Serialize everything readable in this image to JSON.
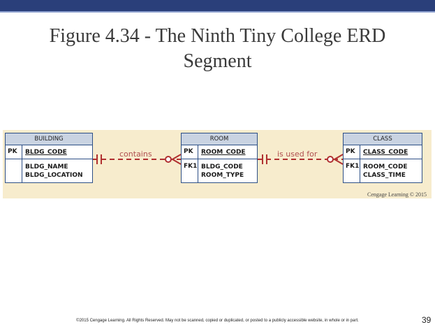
{
  "slide": {
    "title_line1": "Figure 4.34 - The Ninth Tiny College ERD",
    "title_line2": "Segment",
    "credit": "Cengage Learning © 2015",
    "footer": "©2015 Cengage Learning. All Rights Reserved. May not be scanned, copied or duplicated, or posted to a publicly accessible website, in whole or in part.",
    "page_number": "39",
    "colors": {
      "top_bar": "#2a3f7a",
      "band": "#f7eccd",
      "entity_border": "#2d4f86",
      "relationship": "#b03030"
    }
  },
  "entities": {
    "building": {
      "name": "BUILDING",
      "pk_label": "PK",
      "pk_attr": "BLDG_CODE",
      "attr_key": "",
      "attrs": [
        "BLDG_NAME",
        "BLDG_LOCATION"
      ]
    },
    "room": {
      "name": "ROOM",
      "pk_label": "PK",
      "pk_attr": "ROOM_CODE",
      "attr_key": "FK1",
      "attrs": [
        "BLDG_CODE",
        "ROOM_TYPE"
      ]
    },
    "class": {
      "name": "CLASS",
      "pk_label": "PK",
      "pk_attr": "CLASS_CODE",
      "attr_key": "FK1",
      "attrs": [
        "ROOM_CODE",
        "CLASS_TIME"
      ]
    }
  },
  "relationships": {
    "contains": {
      "label": "contains",
      "from": "BUILDING",
      "to": "ROOM",
      "from_cardinality": "one-mandatory",
      "to_cardinality": "zero-or-many"
    },
    "is_used_for": {
      "label": "is used for",
      "from": "ROOM",
      "to": "CLASS",
      "from_cardinality": "one-mandatory",
      "to_cardinality": "zero-or-many"
    }
  }
}
